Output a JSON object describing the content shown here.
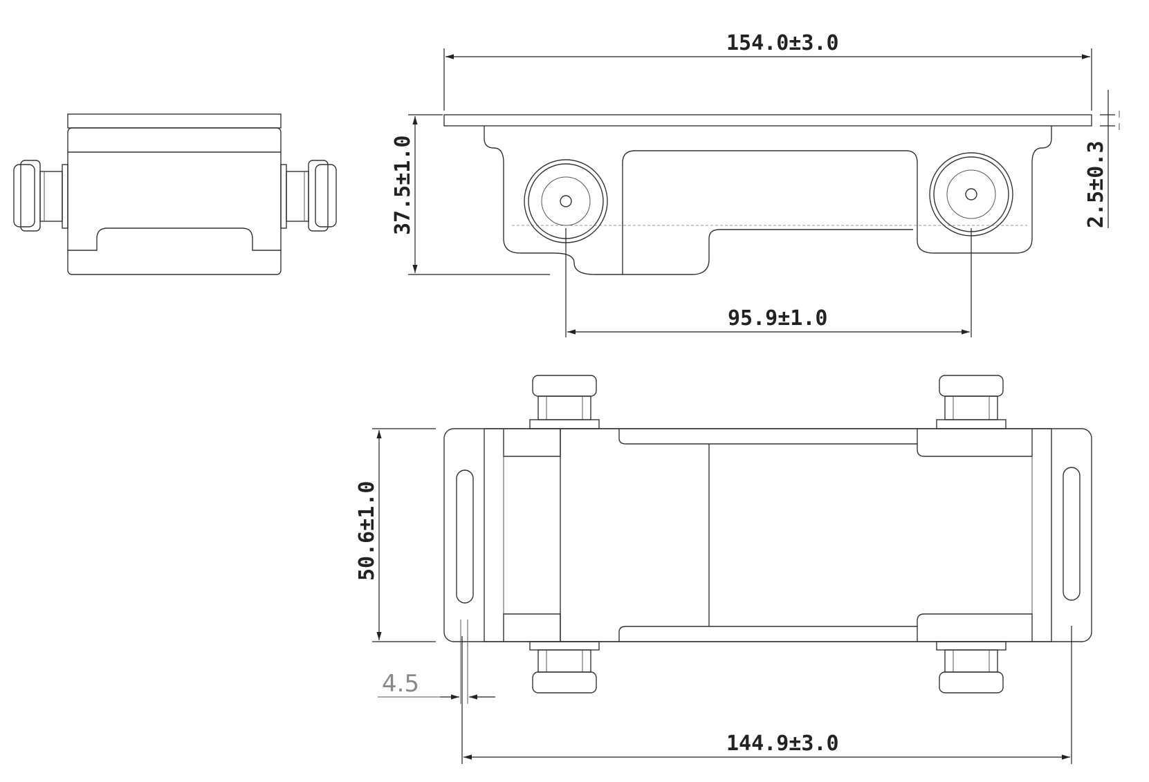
{
  "dimensions": {
    "overall_length": "154.0±3.0",
    "height": "37.5±1.0",
    "plate_thickness": "2.5±0.3",
    "connector_spacing": "95.9±1.0",
    "width": "50.6±1.0",
    "slot_offset": "4.5",
    "mounting_length": "144.9±3.0"
  },
  "colors": {
    "line": "#333333",
    "dimension": "#222222",
    "secondary_text": "#888888"
  }
}
